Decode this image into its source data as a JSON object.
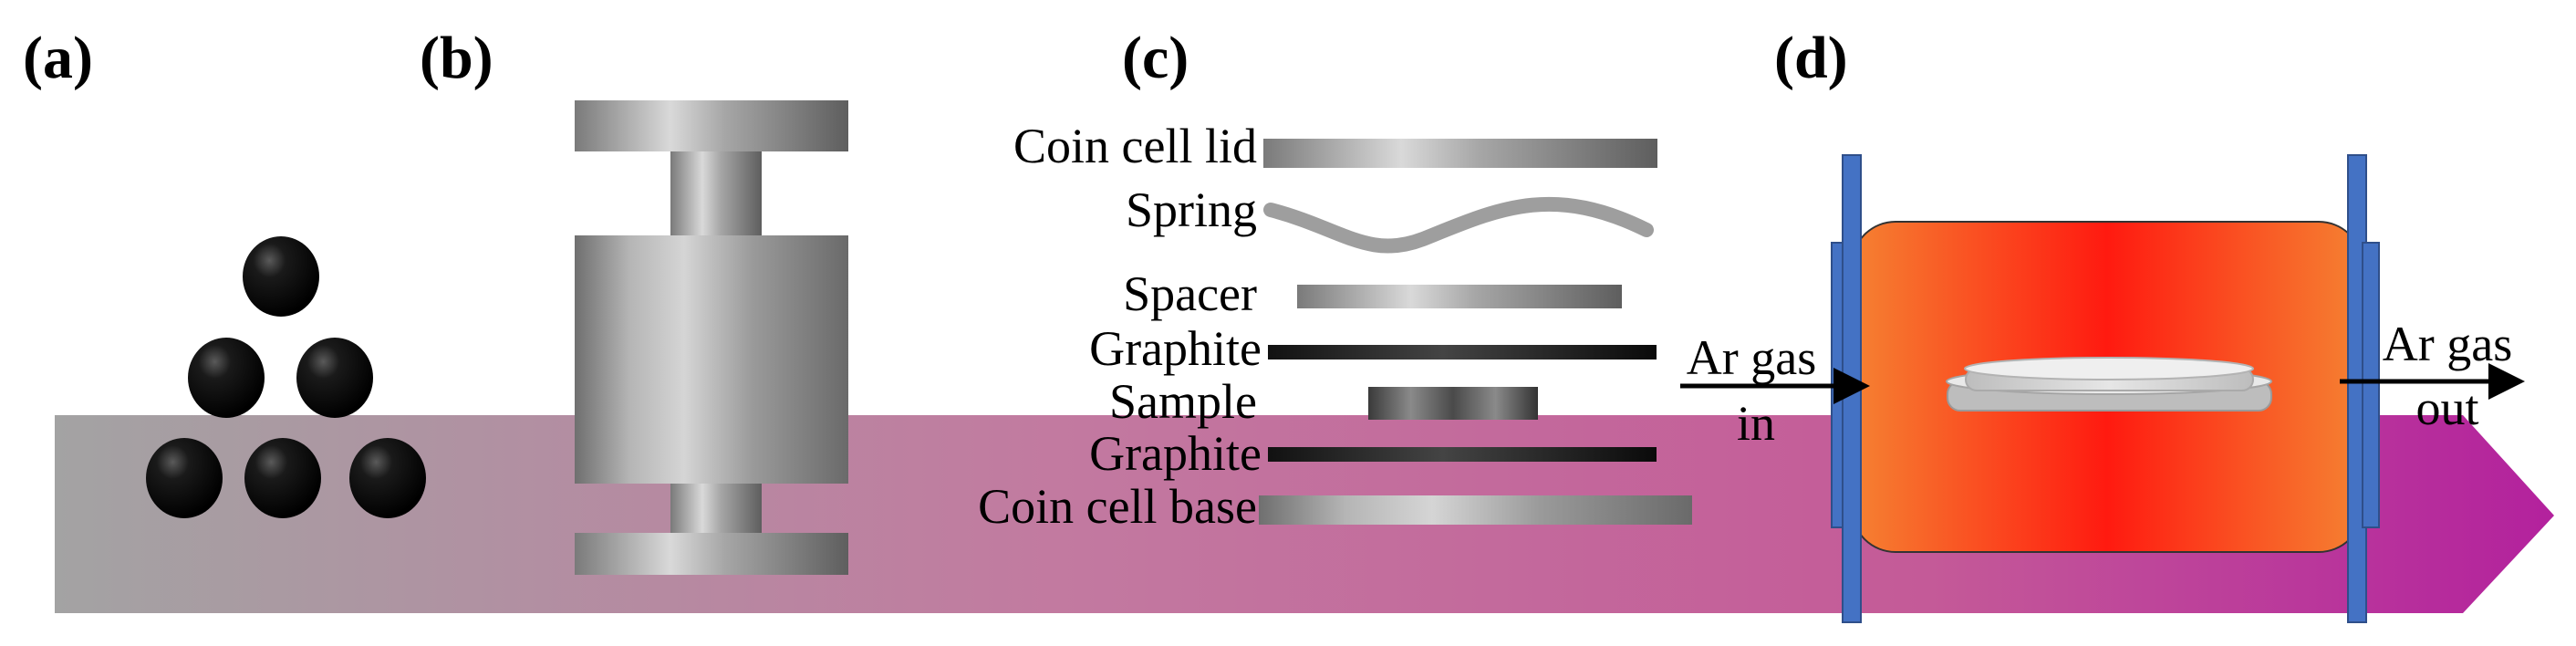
{
  "panels": {
    "a": "(a)",
    "b": "(b)",
    "c": "(c)",
    "d": "(d)"
  },
  "coin_cell_layers": [
    "Coin cell lid",
    "Spring",
    "Spacer",
    "Graphite",
    "Sample",
    "Graphite",
    "Coin cell base"
  ],
  "furnace": {
    "gas_in_line1": "Ar gas",
    "gas_in_line2": "in",
    "gas_out_line1": "Ar gas",
    "gas_out_line2": "out"
  },
  "colors": {
    "arrow_start": "#a3a3a3",
    "arrow_end": "#b3219d",
    "furnace_hot": "#ff1a10",
    "furnace_edge": "#f58232",
    "flange": "#4472c4",
    "ball": "#111111"
  }
}
